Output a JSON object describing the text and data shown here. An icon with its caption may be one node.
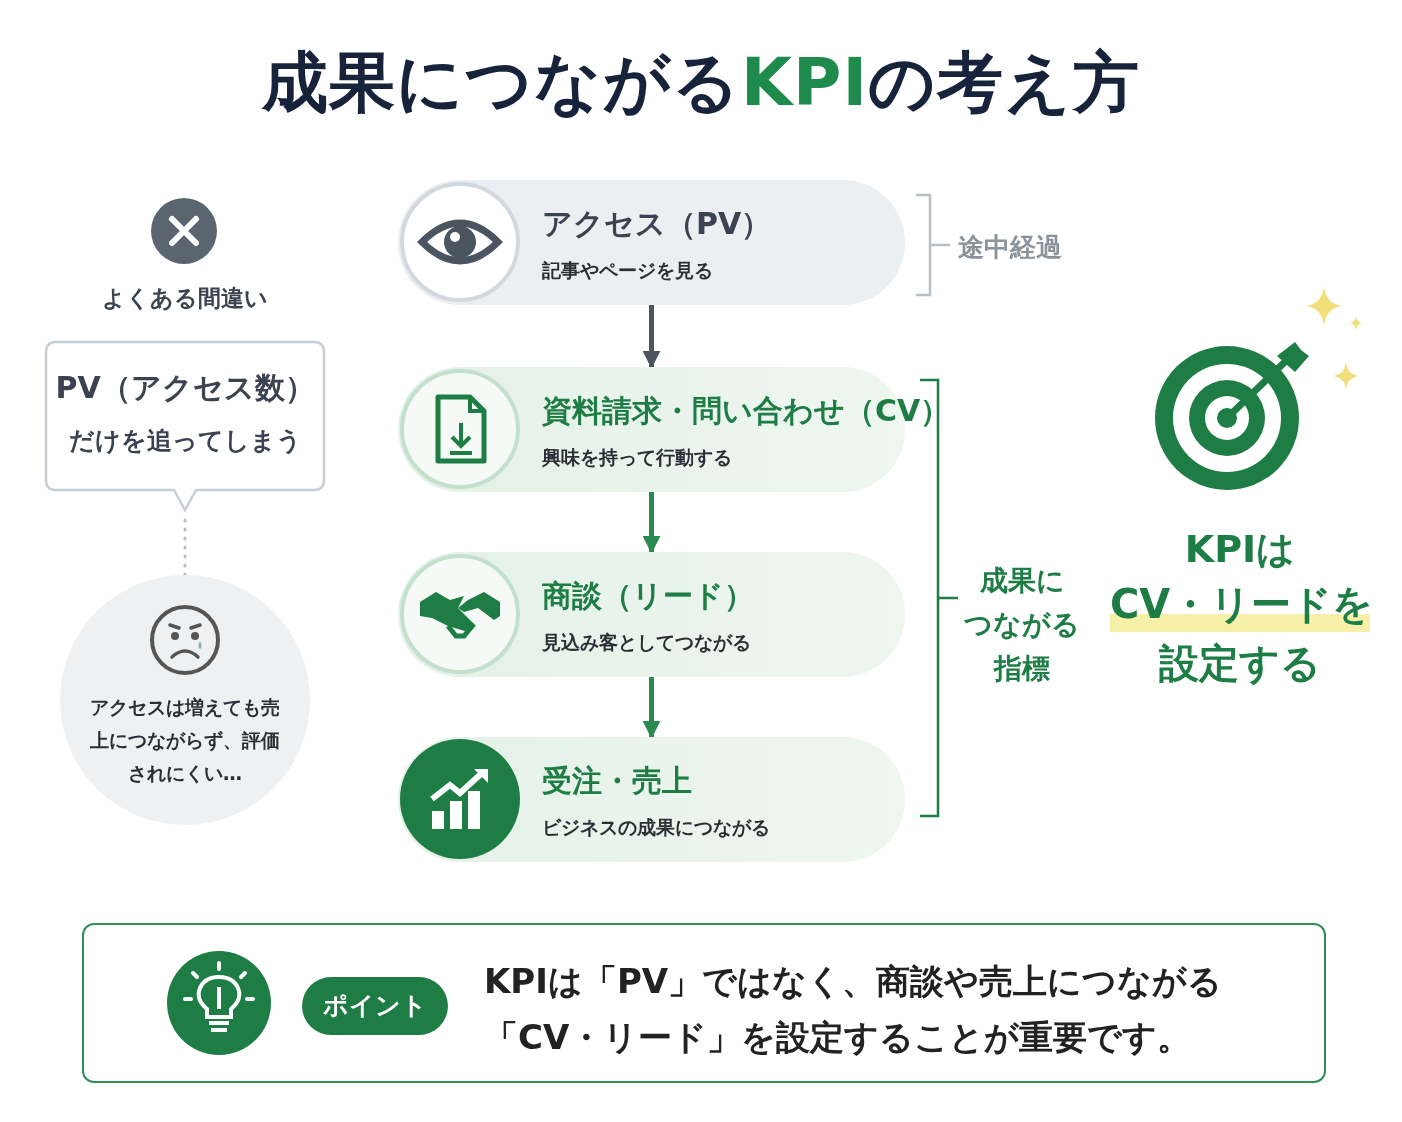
{
  "diagram": {
    "title": "成果につながる**KPI**の考え方",
    "nodes": [
      {
        "text": [
          "アクセス（PV）",
          "記事やページを見る"
        ]
      },
      {
        "text": [
          "資料請求・問い合わせ（CV）",
          "興味を持って行動する"
        ]
      },
      {
        "text": [
          "商談（リード）",
          "見込み客としてつながる"
        ]
      },
      {
        "text": [
          "受注・売上",
          "ビジネスの成果につながる"
        ]
      },
      {
        "text": [
          "PV（アクセス数）",
          "だけを追ってしまう"
        ]
      },
      {
        "text": [
          "アクセスは増えても売上につながらず、評価されにくい…"
        ]
      },
      {
        "text": [
          "KPIは「PV」ではなく、商談や売上につながる「CV・リード」を設定することが重要です。"
        ]
      },
      {
        "text": [
          "ポイント"
        ],
        "in": 6
      }
    ],
    "edges": [
      {
        "from": 0,
        "to": 1,
        "arrow": "to",
        "color": "#4a5560"
      },
      {
        "from": 1,
        "to": 2,
        "arrow": "to"
      },
      {
        "from": 2,
        "to": 3,
        "arrow": "to"
      },
      {
        "from": 4,
        "to": 5,
        "arrow": "none",
        "style": "dashed",
        "color": "#b8bec5"
      }
    ],
    "labels": [
      "よくある間違い",
      "途中経過",
      "成果に",
      "つながる",
      "指標",
      "KPIは",
      "CV・リードを",
      "設定する"
    ]
  }
}
